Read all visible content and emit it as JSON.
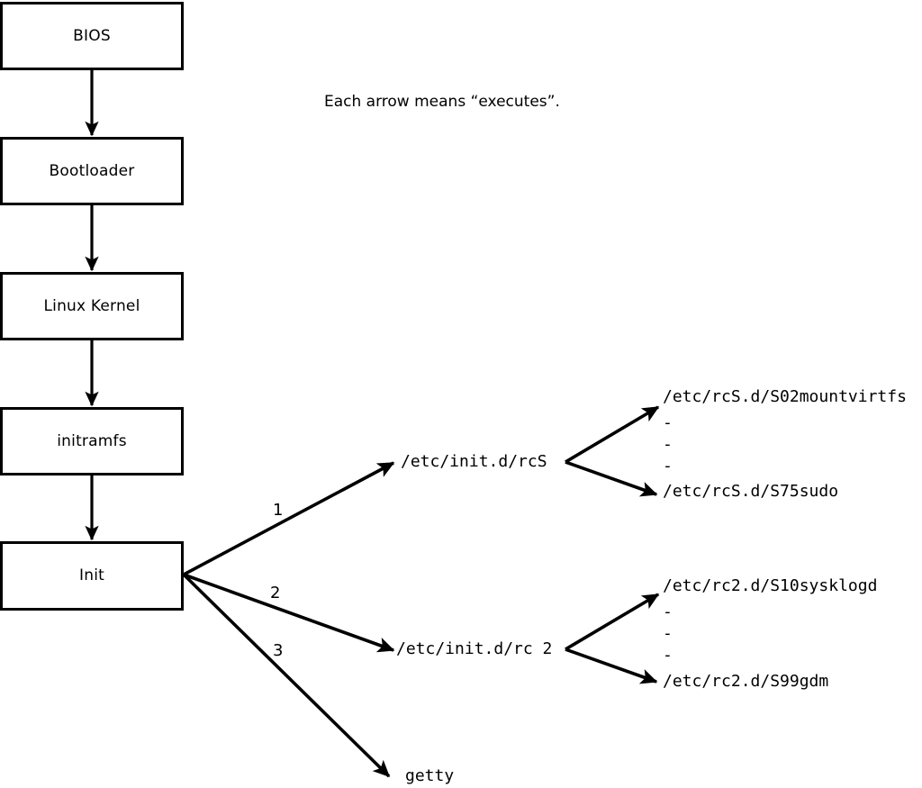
{
  "diagram": {
    "note": "Each arrow means “executes”.",
    "boot_stages": [
      {
        "label": "BIOS"
      },
      {
        "label": "Bootloader"
      },
      {
        "label": "Linux Kernel"
      },
      {
        "label": "initramfs"
      },
      {
        "label": "Init"
      }
    ],
    "init_branches": [
      {
        "number": "1",
        "label": "/etc/init.d/rcS"
      },
      {
        "number": "2",
        "label": "/etc/init.d/rc 2"
      },
      {
        "number": "3",
        "label": "getty"
      }
    ],
    "rcs_scripts": {
      "first": "/etc/rcS.d/S02mountvirtfs",
      "ellipsis": [
        "-",
        "-",
        "-"
      ],
      "last": "/etc/rcS.d/S75sudo"
    },
    "rc2_scripts": {
      "first": "/etc/rc2.d/S10sysklogd",
      "ellipsis": [
        "-",
        "-",
        "-"
      ],
      "last": "/etc/rc2.d/S99gdm"
    },
    "colors": {
      "stroke": "#000000",
      "background": "#ffffff"
    }
  }
}
